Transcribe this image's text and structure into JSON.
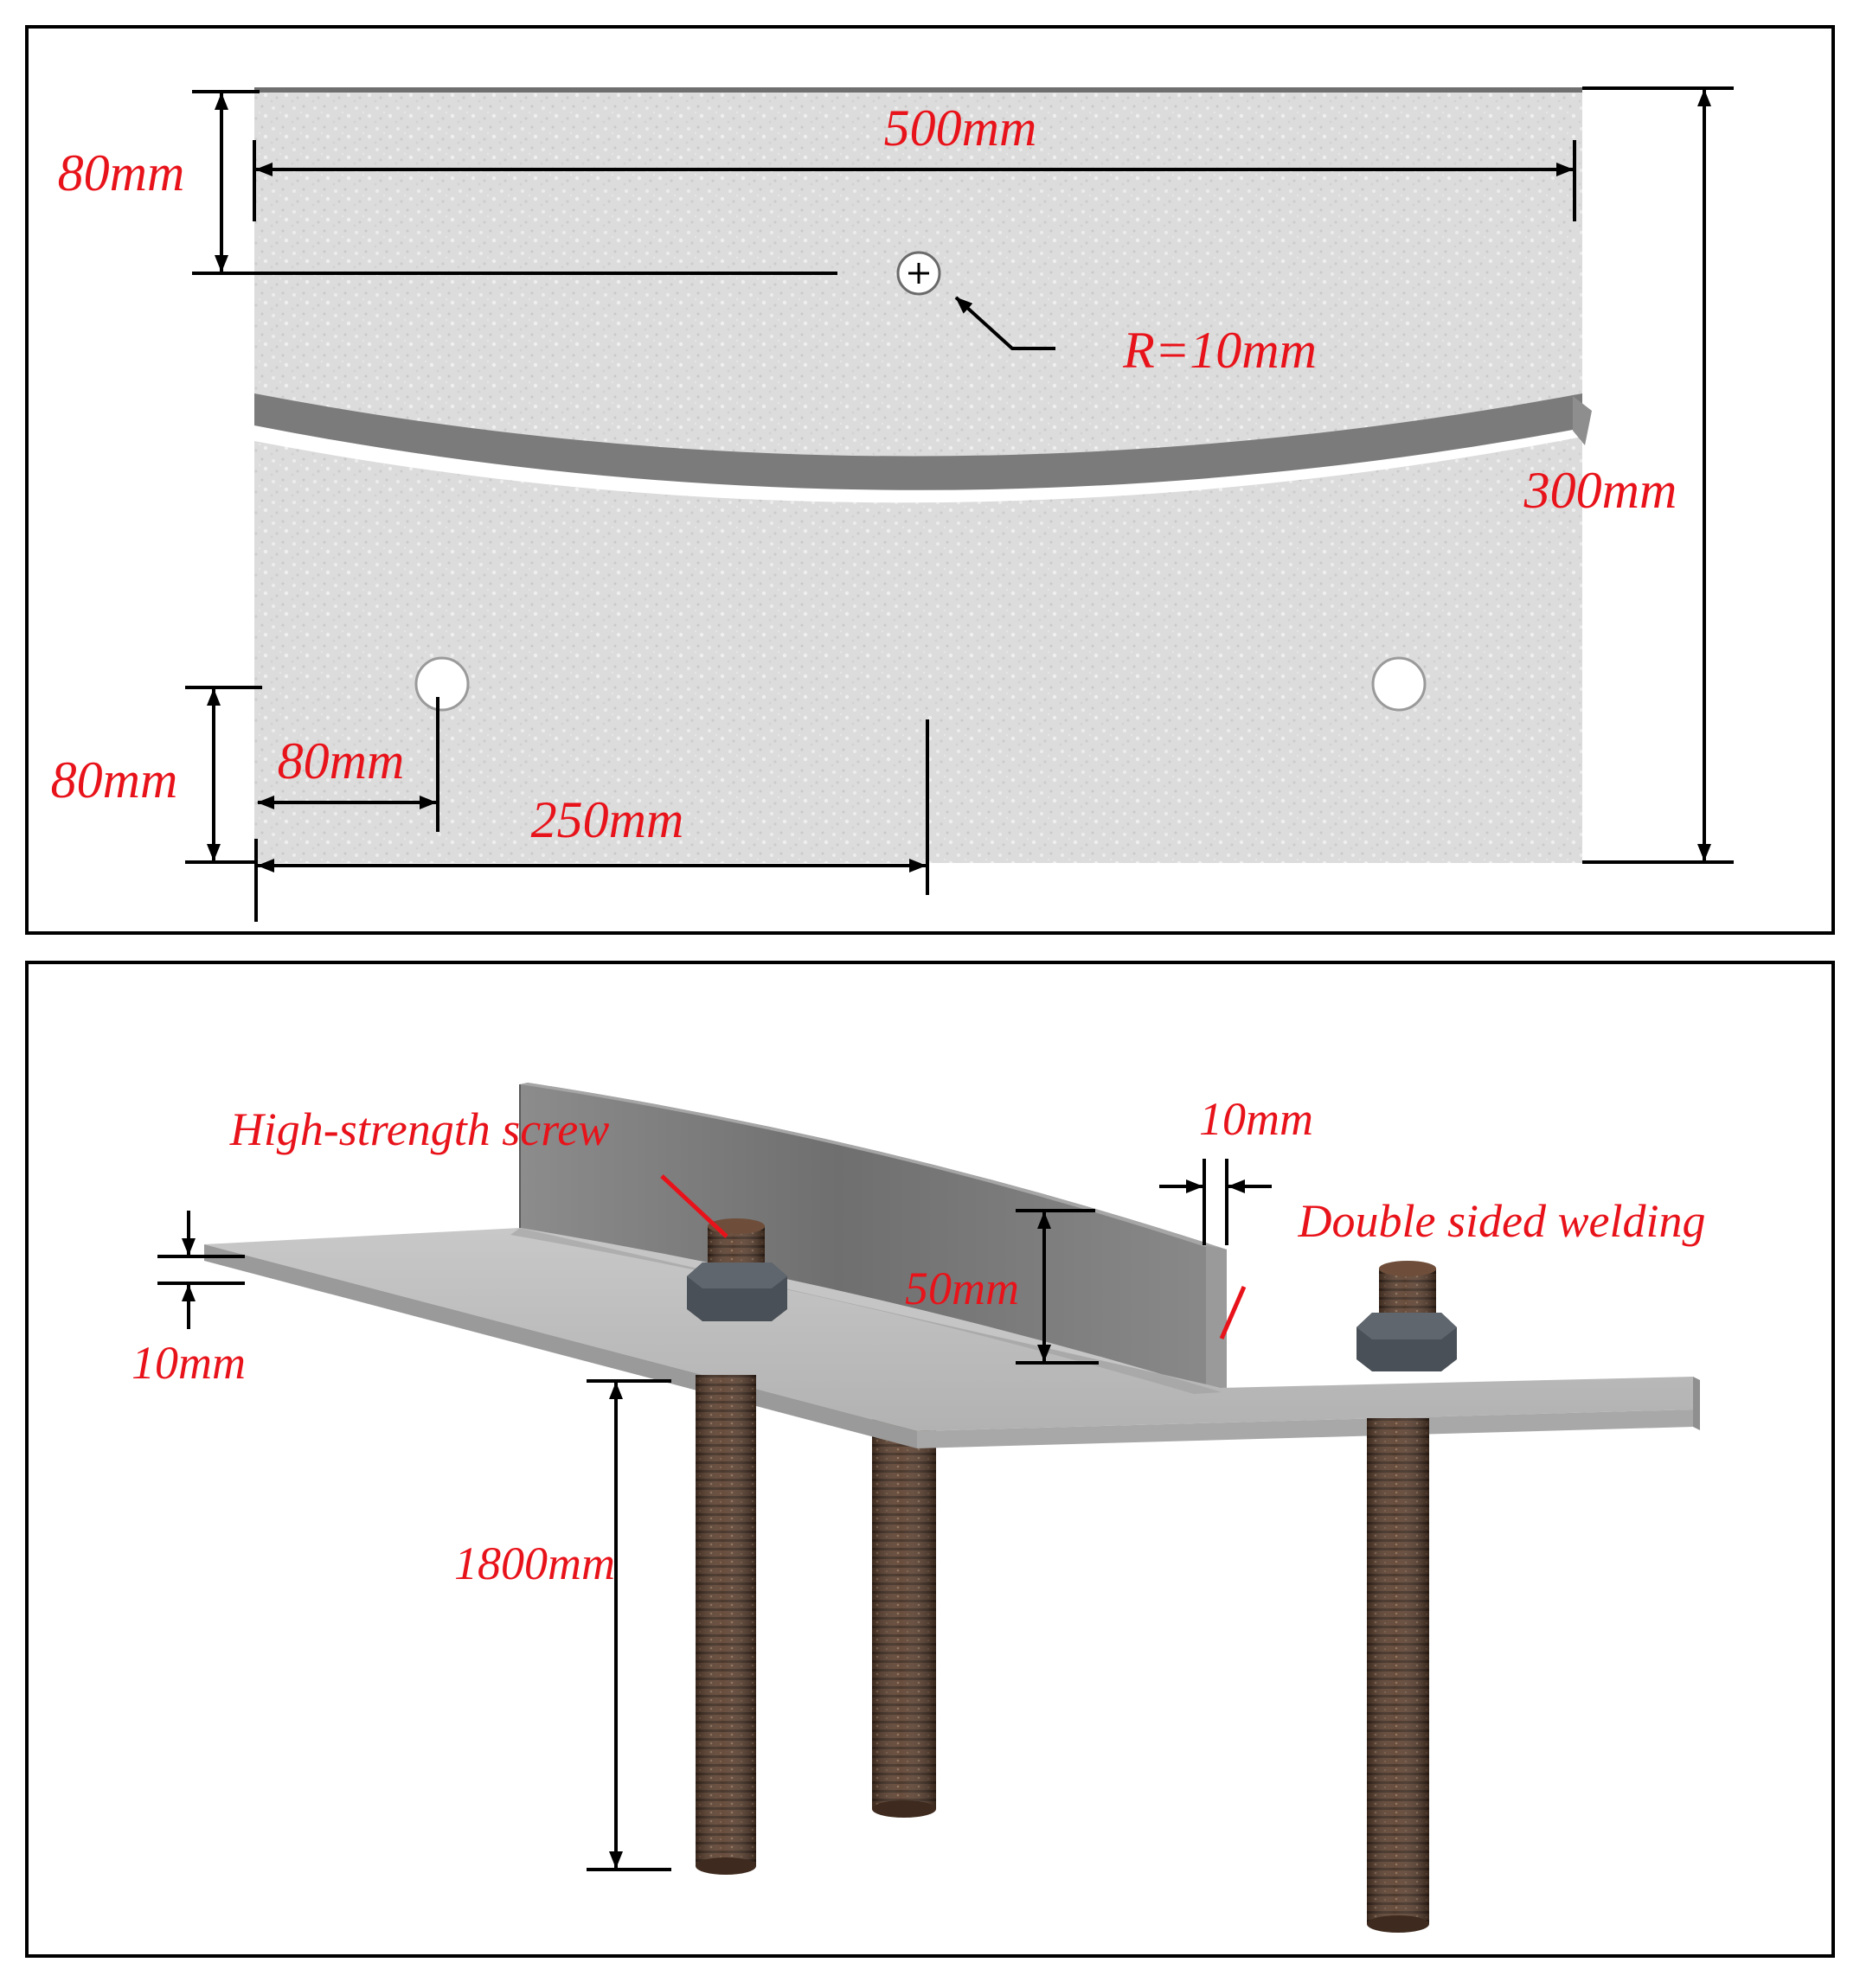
{
  "top_panel": {
    "width_label": "500mm",
    "top_offset_label": "80mm",
    "hole_label": "R=10mm",
    "height_label": "300mm",
    "bottom_offset_label": "80mm",
    "side_offset_label": "80mm",
    "half_width_label": "250mm"
  },
  "bottom_panel": {
    "screw_label": "High-strength screw",
    "gap_label": "10mm",
    "weld_label": "Double sided welding",
    "rib_height_label": "50mm",
    "plate_thickness_label": "10mm",
    "rod_length_label": "1800mm"
  },
  "colors": {
    "annotation": "#e8131a",
    "dimension_line": "#000000",
    "plate": "#d9d9d9",
    "rib": "#7d7d7d",
    "rod": "#5a3d2b",
    "nut": "#4a5057"
  }
}
